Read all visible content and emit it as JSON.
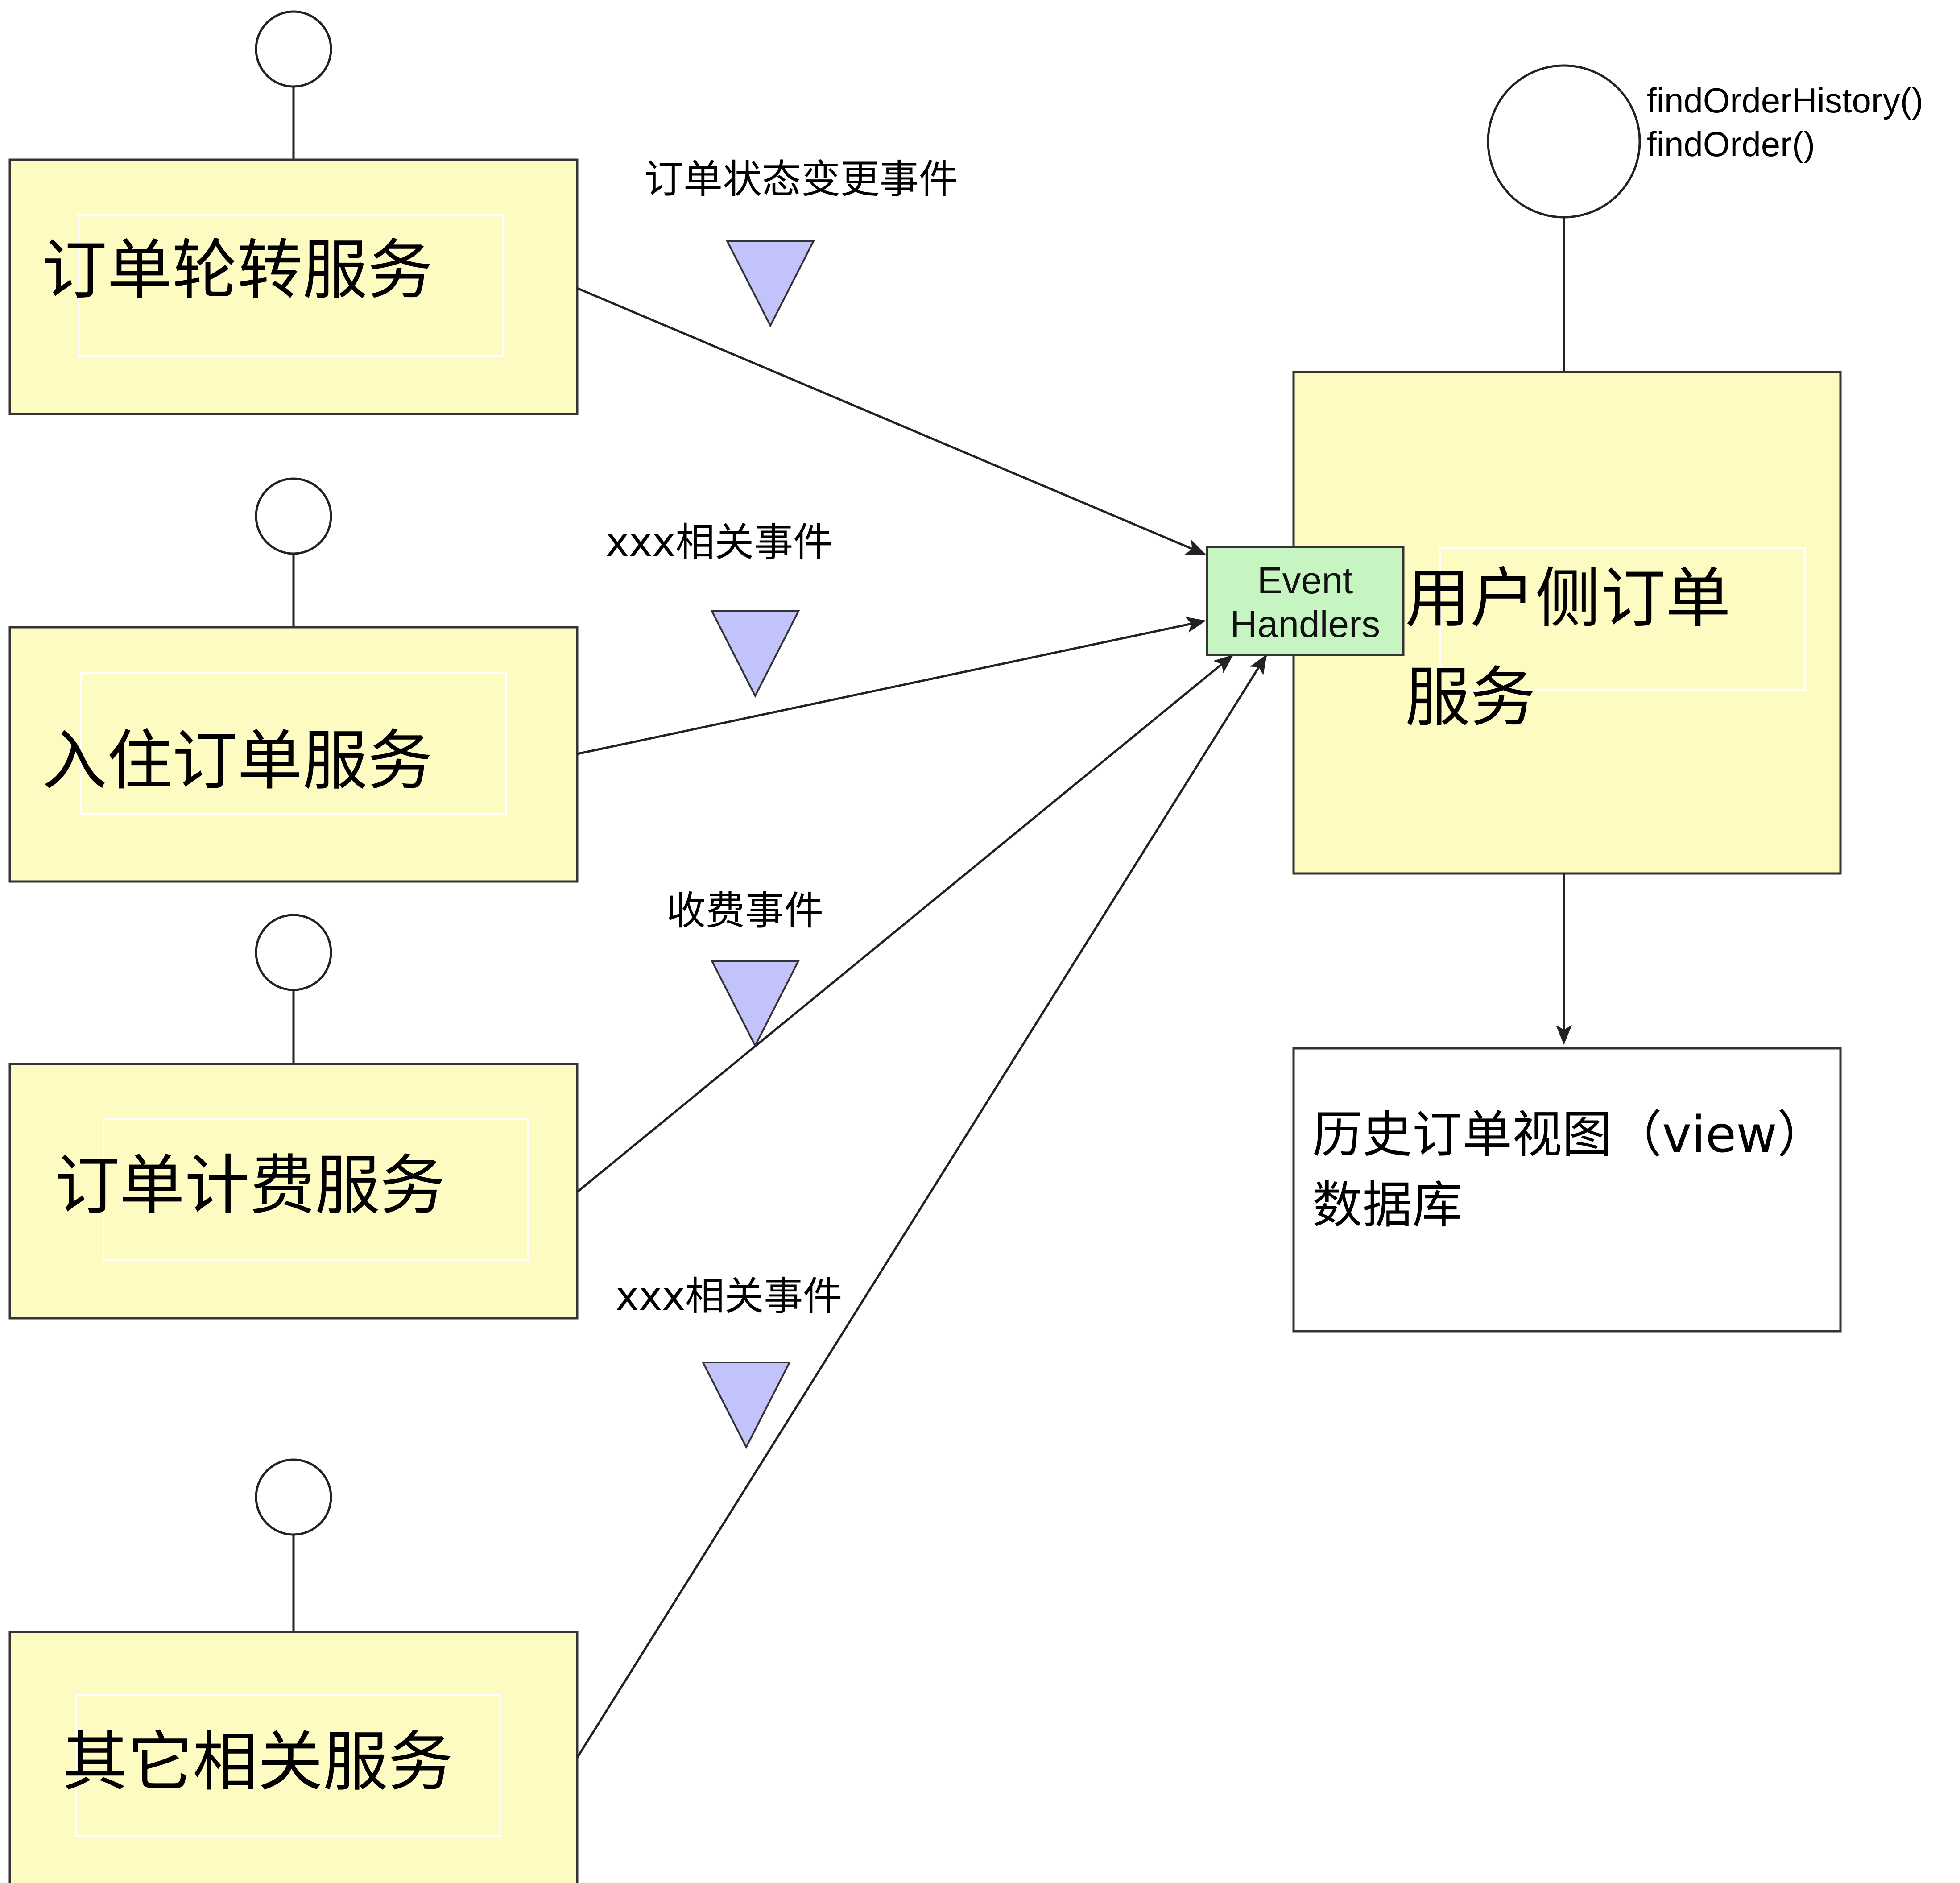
{
  "services": [
    {
      "id": "order-rotation",
      "label": "订单轮转服务"
    },
    {
      "id": "checkin-order",
      "label": "入住订单服务"
    },
    {
      "id": "order-billing",
      "label": "订单计费服务"
    },
    {
      "id": "other-related",
      "label": "其它相关服务"
    }
  ],
  "events": [
    {
      "label": "订单状态变更事件"
    },
    {
      "label": "xxx相关事件"
    },
    {
      "label": "收费事件"
    },
    {
      "label": "xxx相关事件"
    }
  ],
  "user_order_service": {
    "label_line1": "用户侧订单",
    "label_line2": "服务",
    "apis": [
      "findOrderHistory()",
      "findOrder()"
    ],
    "event_handlers": {
      "line1": "Event",
      "line2": "Handlers"
    }
  },
  "history_view": {
    "line1": "历史订单视图（view）",
    "line2": "数据库"
  },
  "colors": {
    "service_fill": "#fdfbc1",
    "handler_fill": "#c6f5c2",
    "event_marker_fill": "#c3c3fc",
    "line": "#222222"
  }
}
